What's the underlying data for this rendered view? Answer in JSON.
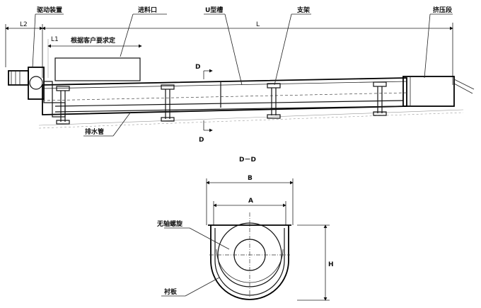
{
  "side_view": {
    "labels": {
      "drive": "驱动装置",
      "feed_inlet": "进料口",
      "u_trough": "U型槽",
      "support": "支架",
      "press_section": "挤压段",
      "customer_note": "根据客户要求定",
      "drain_pipe": "排水管"
    },
    "dims": {
      "l2": "L2",
      "l1": "L1",
      "l": "L"
    },
    "section_marks": {
      "top": "D",
      "bottom": "D"
    }
  },
  "section_view": {
    "title": "D－D",
    "labels": {
      "shaftless_spiral": "无轴螺旋",
      "liner": "衬板"
    },
    "dims": {
      "b": "B",
      "a": "A",
      "h": "H"
    }
  }
}
